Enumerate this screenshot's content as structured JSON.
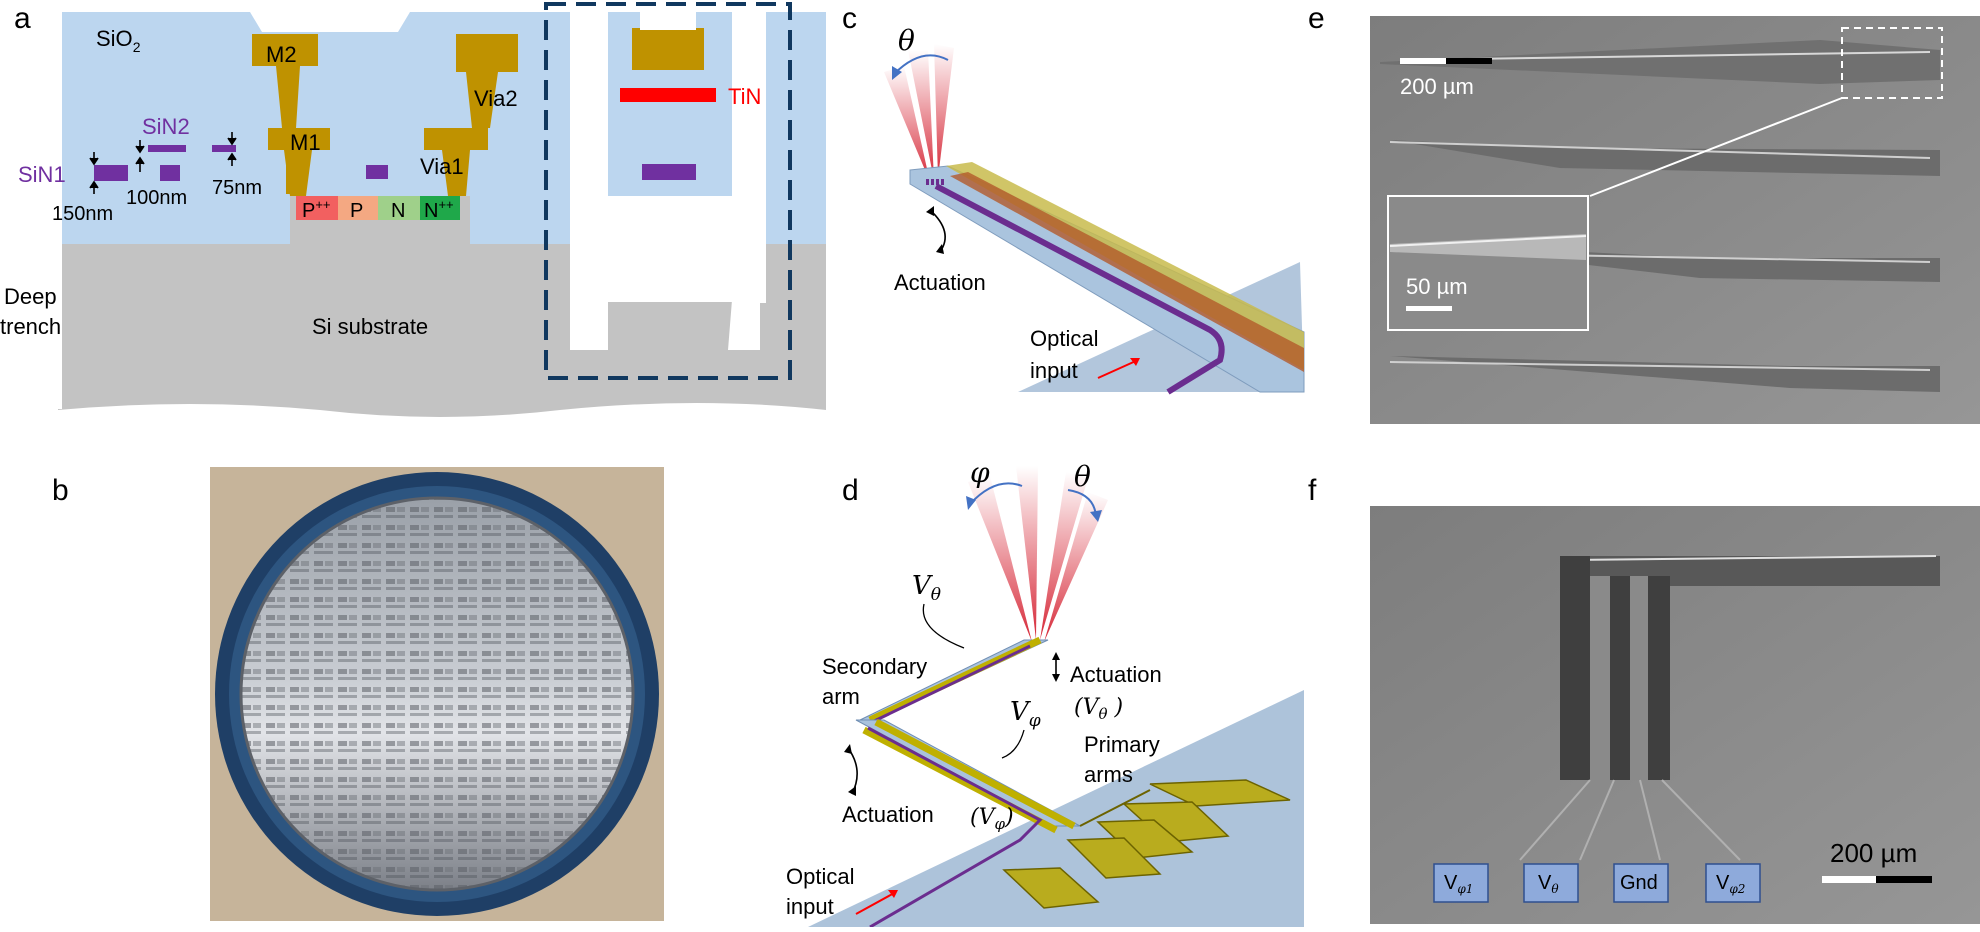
{
  "panels": {
    "a": {
      "letter": "a",
      "sio2": "SiO",
      "sio2_sub": "2",
      "m2": "M2",
      "m1": "M1",
      "via2": "Via2",
      "via1": "Via1",
      "sin1": "SiN1",
      "sin2": "SiN2",
      "d150": "150nm",
      "d100": "100nm",
      "d75": "75nm",
      "p_pp": "P",
      "p_pp_sup": "++",
      "p": "P",
      "n": "N",
      "n_pp": "N",
      "n_pp_sup": "++",
      "deep": "Deep",
      "trench": "trench",
      "substrate": "Si substrate",
      "tin": "TiN"
    },
    "b": {
      "letter": "b"
    },
    "c": {
      "letter": "c",
      "theta": "θ",
      "actuation": "Actuation",
      "optical": "Optical",
      "input": "input"
    },
    "d": {
      "letter": "d",
      "phi": "φ",
      "theta": "θ",
      "v_theta_v": "V",
      "v_theta_sub": "θ",
      "secondary": "Secondary",
      "arm": "arm",
      "actuation_top": "Actuation",
      "paren_v_theta_v": "(V",
      "paren_v_theta_sub": "θ",
      "paren_close": " )",
      "v_phi_v": "V",
      "v_phi_sub": "φ",
      "primary": "Primary",
      "arms": "arms",
      "actuation_bottom": "Actuation",
      "paren_v_phi_v": "(V",
      "paren_v_phi_sub": "φ",
      "paren_close2": ")",
      "optical": "Optical",
      "input": "input"
    },
    "e": {
      "letter": "e",
      "scale_main": "200 µm",
      "scale_inset": "50 µm"
    },
    "f": {
      "letter": "f",
      "pads": [
        "V",
        "V",
        "Gnd",
        "V"
      ],
      "pad_subs": [
        "φ1",
        "θ",
        "",
        "φ2"
      ],
      "scale": "200 µm"
    }
  },
  "colors": {
    "oxide": "#bcd6ef",
    "substrate": "#c3c3c3",
    "metal": "#bf9200",
    "sin": "#7030a0",
    "tin": "#ff0000",
    "trench_box": "#10385f",
    "p_pp": "#f26060",
    "p": "#f4a882",
    "n": "#9fd08a",
    "n_pp": "#1fa84a",
    "beam_red": "#d41c2c",
    "arrow_blue": "#4472c4",
    "pad_fill": "#8eaadb",
    "sem_gray": "#8c8c8c"
  }
}
